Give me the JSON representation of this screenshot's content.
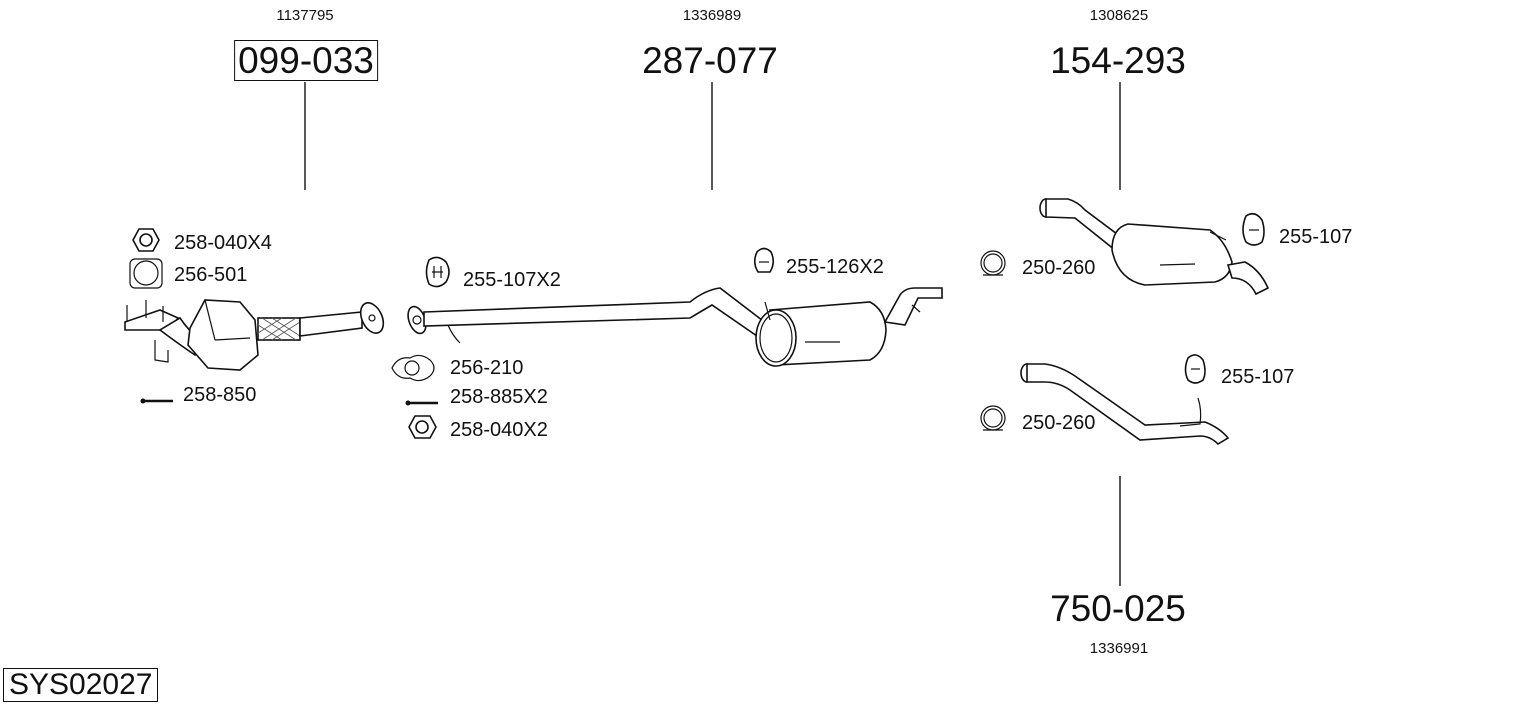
{
  "groups": [
    {
      "ref": "1137795",
      "part": "099-033"
    },
    {
      "ref": "1336989",
      "part": "287-077"
    },
    {
      "ref": "1308625",
      "part": "154-293"
    },
    {
      "ref": "1336991",
      "part": "750-025"
    }
  ],
  "labels": {
    "nut_x4": "258-040X4",
    "gasket_501": "256-501",
    "bolt_850": "258-850",
    "hanger_107x2": "255-107X2",
    "gasket_210": "256-210",
    "bolt_885x2": "258-885X2",
    "nut_x2": "258-040X2",
    "hanger_126x2": "255-126X2",
    "clamp_upper": "250-260",
    "hanger_107_upper": "255-107",
    "hanger_107_lower": "255-107",
    "clamp_lower": "250-260"
  },
  "system_id": "SYS02027"
}
